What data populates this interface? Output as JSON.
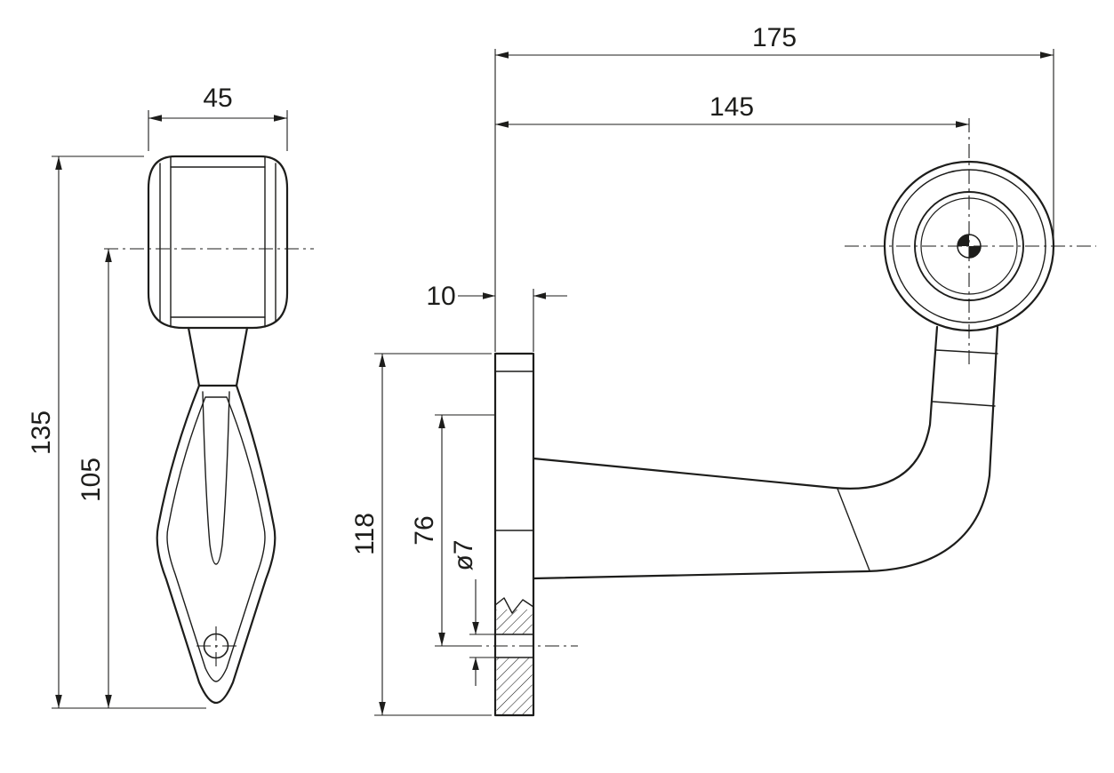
{
  "drawing": {
    "background": "#ffffff",
    "line_color": "#1d1d1b",
    "dimensions": {
      "front_width": "45",
      "front_overall_height": "135",
      "front_lamp_center_height": "105",
      "side_overall_length": "175",
      "side_lamp_center_length": "145",
      "flange_thickness": "10",
      "flange_height": "118",
      "hole_distance": "76",
      "hole_diameter": "ø7"
    }
  }
}
